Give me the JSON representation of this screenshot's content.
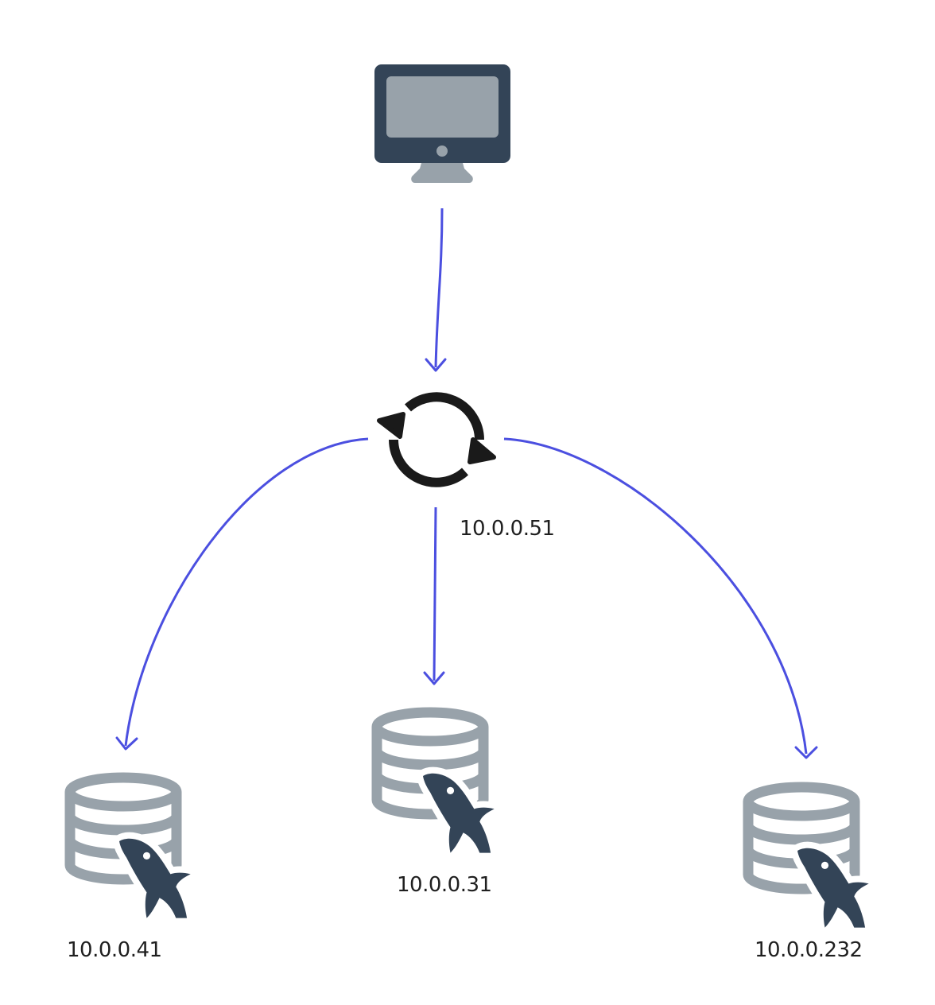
{
  "nodes": {
    "client": {
      "icon": "monitor-icon"
    },
    "proxy": {
      "icon": "sync-icon",
      "ip": "10.0.0.51"
    },
    "db_left": {
      "icon": "mysql-database-icon",
      "ip": "10.0.0.41"
    },
    "db_center": {
      "icon": "mysql-database-icon",
      "ip": "10.0.0.31"
    },
    "db_right": {
      "icon": "mysql-database-icon",
      "ip": "10.0.0.232"
    }
  },
  "colors": {
    "edge": "#4b4fe0",
    "monitor_frame": "#334457",
    "monitor_screen": "#98a2aa",
    "db_body": "#98a2aa",
    "dolphin": "#334457",
    "sync": "#1a1a1a"
  }
}
